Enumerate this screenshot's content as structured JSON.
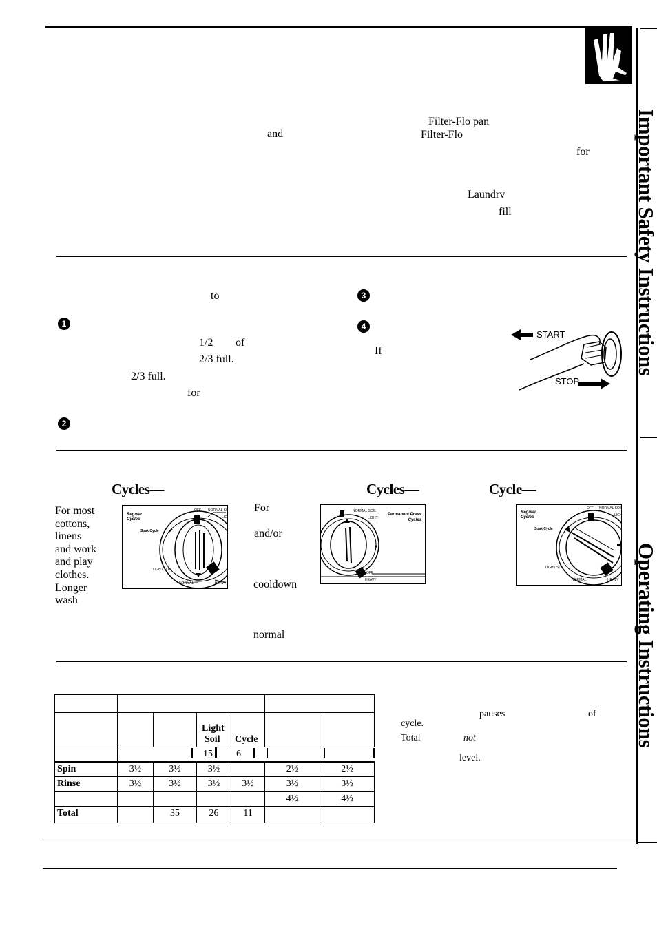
{
  "section1": {
    "frag_filter_flo_pan": "Filter-Flo pan",
    "frag_and": "and",
    "frag_filter_flo": "Filter-Flo",
    "frag_for": "for",
    "frag_laundry": "Laundrv",
    "frag_fill": "fill"
  },
  "section2": {
    "frag_to": "to",
    "step1": "1",
    "step2": "2",
    "step3": "3",
    "step4": "4",
    "frag_half": "1/2",
    "frag_of": "of",
    "frag_two_thirds_full_a": "2/3 full.",
    "frag_two_thirds_full_b": "2/3 full.",
    "frag_for": "for",
    "frag_if": "If",
    "knob_start": "START",
    "knob_stop": "STOP"
  },
  "section3": {
    "heading_regular": "Cycles—",
    "heading_permpress": "Cycles—",
    "heading_soak": "Cycle—",
    "regular_text": [
      "For most",
      "cottons,",
      "linens",
      "and work",
      "and play",
      "clothes.",
      "Longer",
      "wash"
    ],
    "pp_frag_for": "For",
    "pp_frag_andor": "and/or",
    "pp_frag_cooldown": "cooldown",
    "pp_frag_normal": "normal",
    "dial_regular": {
      "title": "Regular Cycles",
      "soak": "Soak Cycle",
      "light_soil": "LIGHT SOIL",
      "normal": "NORMAL",
      "heavy": "HEAVY",
      "off": "OFF",
      "normal_soil": "NORMAL SOIL",
      "light": "LIGHT"
    },
    "dial_pp": {
      "title": "Permanent Press Cycles",
      "normal_soil": "NORMAL SOIL",
      "light": "LIGHT",
      "heavy": "HEAVY",
      "off": "OFF"
    }
  },
  "section4": {
    "headers": {
      "light_soil_1": "Light",
      "light_soil_2": "Soil",
      "cycle": "Cycle"
    },
    "row_wash": [
      "15",
      "6"
    ],
    "row_spin": {
      "label": "Spin",
      "values": [
        "3½",
        "3½",
        "3½",
        "2½",
        "2½"
      ]
    },
    "row_rinse": {
      "label": "Rinse",
      "values": [
        "3½",
        "3½",
        "3½",
        "3½",
        "3½",
        "3½"
      ]
    },
    "row_extra": [
      "4½",
      "4½"
    ],
    "row_total": {
      "label": "Total",
      "values": [
        "35",
        "26",
        "11"
      ]
    },
    "note_pauses": "pauses",
    "note_of": "of",
    "note_cycle": "cycle.",
    "note_total": "Total",
    "note_not": "not",
    "note_level": "level."
  },
  "sidebar": {
    "safety": "Important Safety Instructions",
    "operating": "Operating Instructions"
  }
}
